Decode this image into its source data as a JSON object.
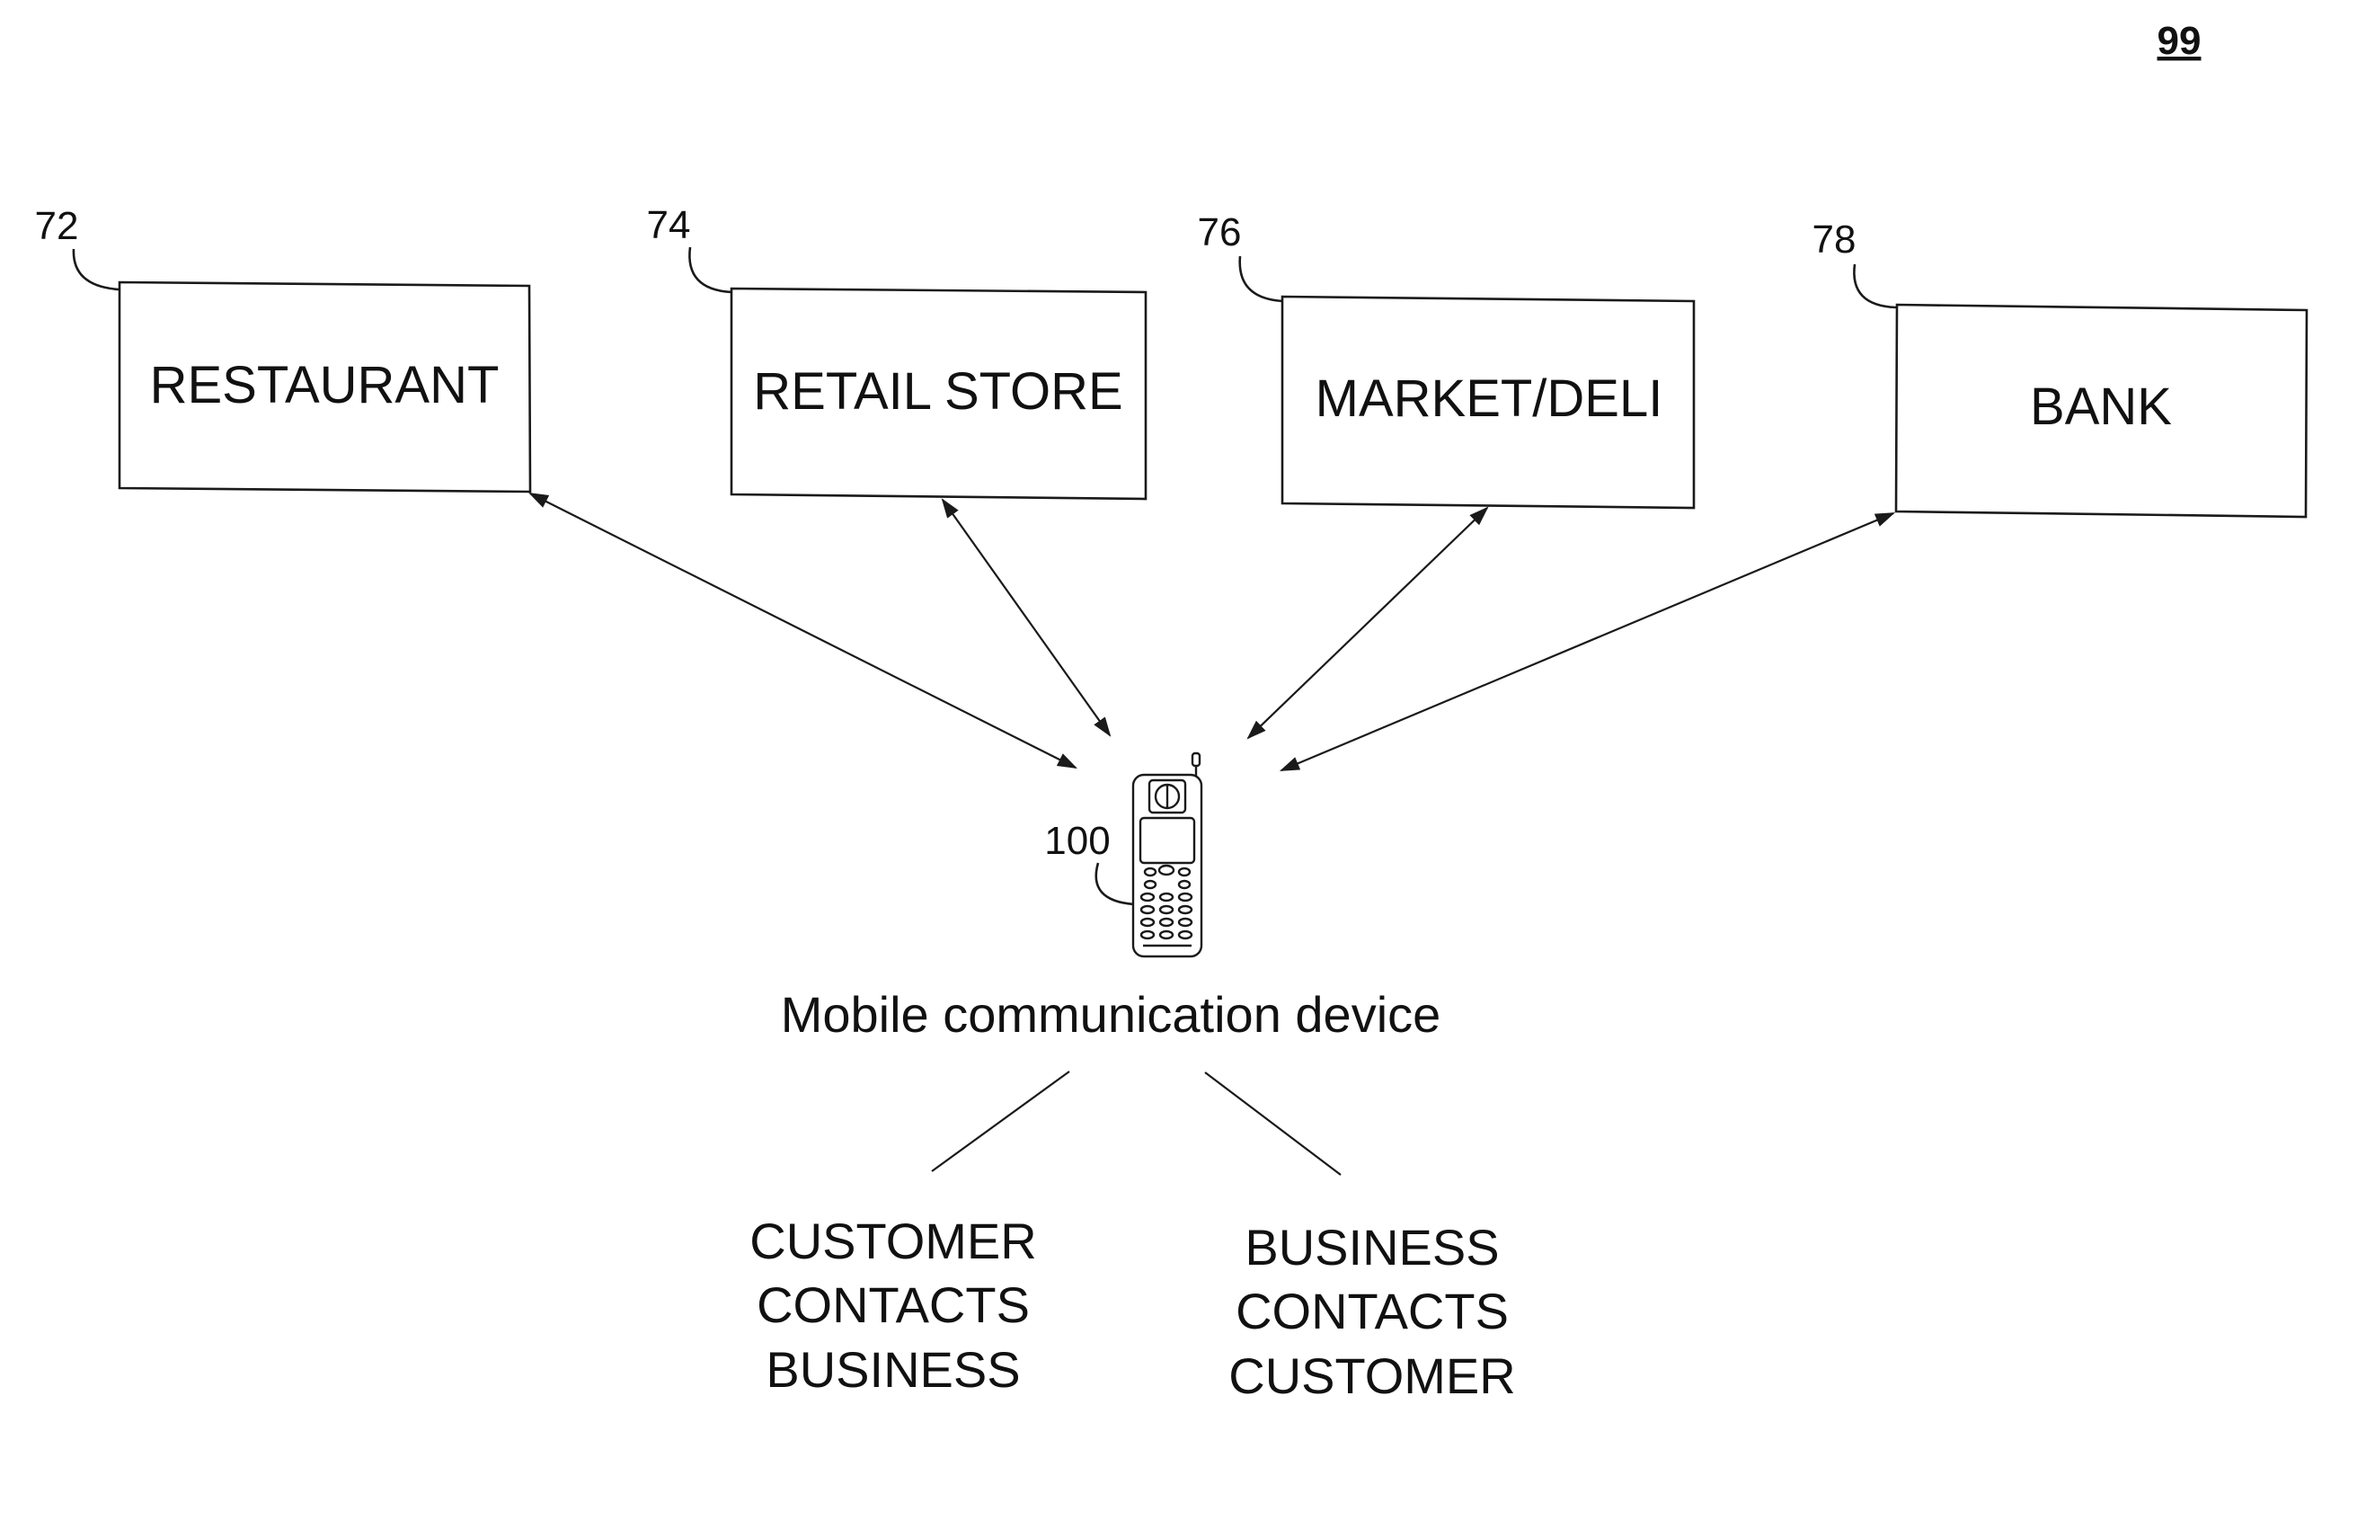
{
  "figure_number": "99",
  "entities": [
    {
      "ref": "72",
      "label": "RESTAURANT"
    },
    {
      "ref": "74",
      "label": "RETAIL STORE"
    },
    {
      "ref": "76",
      "label": "MARKET/DELI"
    },
    {
      "ref": "78",
      "label": "BANK"
    }
  ],
  "device": {
    "ref": "100",
    "caption": "Mobile communication device"
  },
  "flows": [
    {
      "lines": [
        "CUSTOMER",
        "CONTACTS",
        "BUSINESS"
      ]
    },
    {
      "lines": [
        "BUSINESS",
        "CONTACTS",
        "CUSTOMER"
      ]
    }
  ]
}
